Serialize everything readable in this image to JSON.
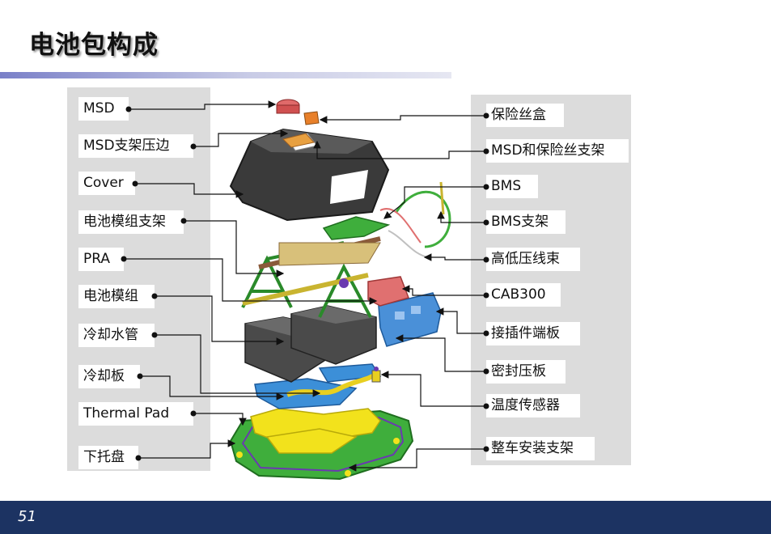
{
  "title": "电池包构成",
  "page_number": "51",
  "left_labels": [
    "MSD",
    "MSD支架压边",
    "Cover",
    "电池模组支架",
    "PRA",
    "电池模组",
    "冷却水管",
    "冷却板",
    "Thermal Pad",
    "下托盘"
  ],
  "right_labels": [
    "保险丝盒",
    "MSD和保险丝支架",
    "BMS",
    "BMS支架",
    "高低压线束",
    "CAB300",
    "接插件端板",
    "密封压板",
    "温度传感器",
    "整车安装支架"
  ],
  "colors": {
    "title_bar": "#7a80c8",
    "footer": "#1c3362",
    "panel": "#dcdcdc",
    "tray_green": "#3fae3c",
    "thermal_pad_yellow": "#f2e21c",
    "cooling_plate_blue": "#3c8fd8",
    "module_gray": "#4a4a4a",
    "relay_red": "#e07070"
  }
}
